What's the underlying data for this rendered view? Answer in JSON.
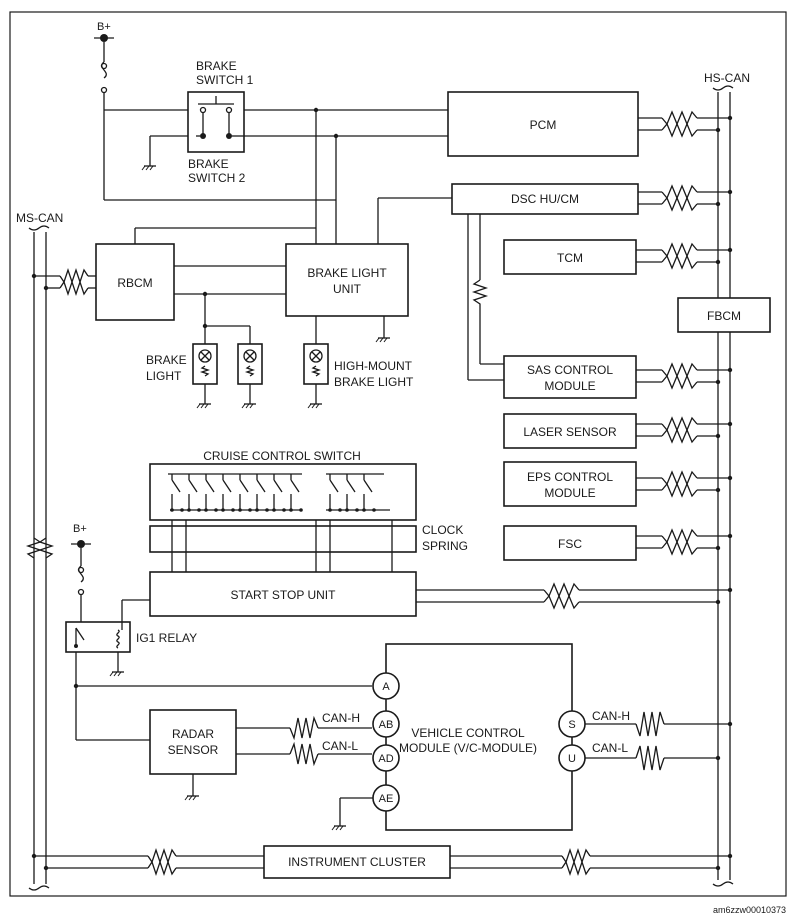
{
  "labels": {
    "bplus_top": "B+",
    "bplus_mid": "B+",
    "hs_can": "HS-CAN",
    "ms_can": "MS-CAN",
    "brake_switch_1_line1": "BRAKE",
    "brake_switch_1_line2": "SWITCH 1",
    "brake_switch_2_line1": "BRAKE",
    "brake_switch_2_line2": "SWITCH 2",
    "pcm": "PCM",
    "dsc": "DSC HU/CM",
    "tcm": "TCM",
    "fbcm": "FBCM",
    "rbcm": "RBCM",
    "brake_light_unit_line1": "BRAKE LIGHT",
    "brake_light_unit_line2": "UNIT",
    "brake_light_line1": "BRAKE",
    "brake_light_line2": "LIGHT",
    "high_mount_line1": "HIGH-MOUNT",
    "high_mount_line2": "BRAKE LIGHT",
    "sas_line1": "SAS CONTROL",
    "sas_line2": "MODULE",
    "laser_sensor": "LASER SENSOR",
    "eps_line1": "EPS CONTROL",
    "eps_line2": "MODULE",
    "fsc": "FSC",
    "cruise_control_switch": "CRUISE CONTROL SWITCH",
    "clock_spring_line1": "CLOCK",
    "clock_spring_line2": "SPRING",
    "start_stop_unit": "START STOP UNIT",
    "ig1_relay": "IG1 RELAY",
    "radar_line1": "RADAR",
    "radar_line2": "SENSOR",
    "vcm_line1": "VEHICLE CONTROL",
    "vcm_line2": "MODULE (V/C-MODULE)",
    "can_h_left": "CAN-H",
    "can_l_left": "CAN-L",
    "can_h_right": "CAN-H",
    "can_l_right": "CAN-L",
    "pin_a": "A",
    "pin_ab": "AB",
    "pin_ad": "AD",
    "pin_ae": "AE",
    "pin_s": "S",
    "pin_u": "U",
    "instrument_cluster": "INSTRUMENT CLUSTER",
    "figure_code": "am6zzw00010373"
  }
}
